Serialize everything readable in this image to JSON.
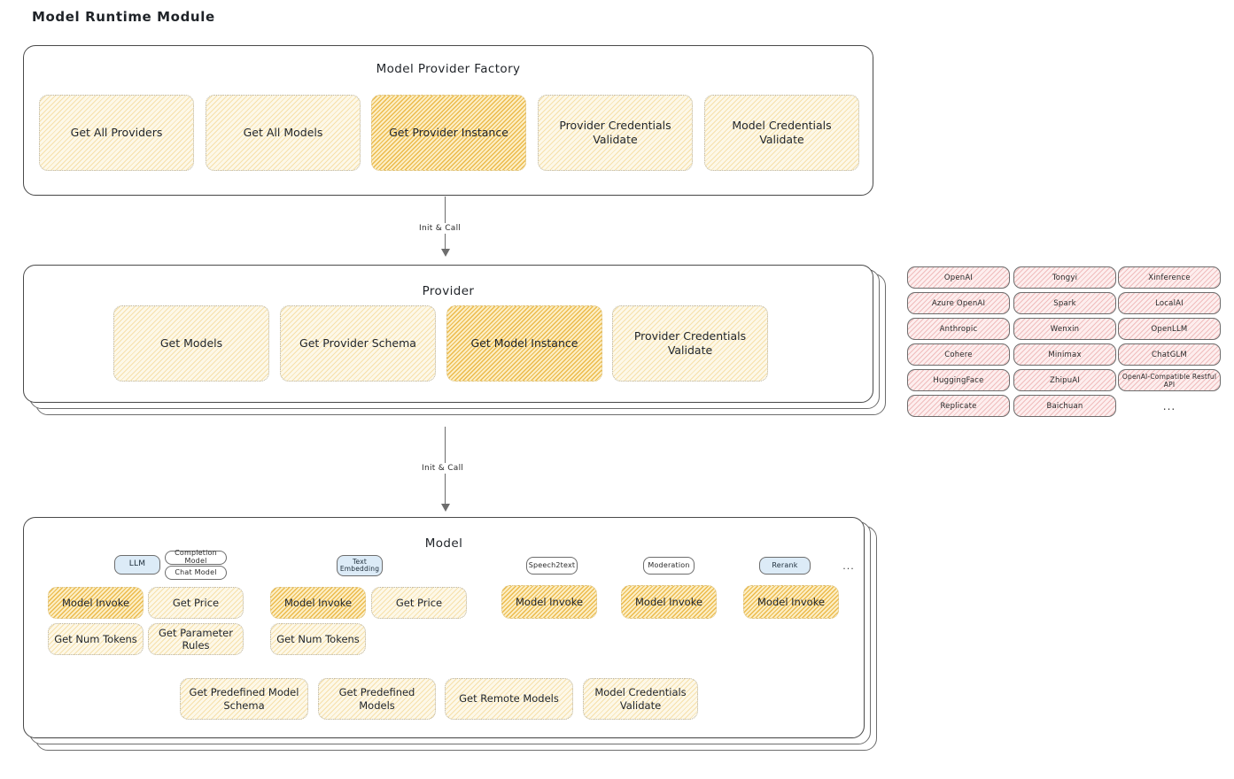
{
  "page": {
    "title": "Model Runtime Module"
  },
  "factory": {
    "title": "Model Provider Factory",
    "boxes": [
      {
        "label": "Get All Providers",
        "highlight": false
      },
      {
        "label": "Get All Models",
        "highlight": false
      },
      {
        "label": "Get Provider Instance",
        "highlight": true
      },
      {
        "label": "Provider Credentials Validate",
        "highlight": false
      },
      {
        "label": "Model Credentials Validate",
        "highlight": false
      }
    ]
  },
  "arrows": [
    {
      "label": "Init & Call"
    },
    {
      "label": "Init & Call"
    }
  ],
  "provider": {
    "title": "Provider",
    "boxes": [
      {
        "label": "Get Models",
        "highlight": false
      },
      {
        "label": "Get Provider Schema",
        "highlight": false
      },
      {
        "label": "Get Model Instance",
        "highlight": true
      },
      {
        "label": "Provider Credentials Validate",
        "highlight": false
      }
    ]
  },
  "provider_list": {
    "columns": [
      {
        "items": [
          "OpenAI",
          "Azure OpenAI",
          "Anthropic",
          "Cohere",
          "HuggingFace",
          "Replicate"
        ]
      },
      {
        "items": [
          "Tongyi",
          "Spark",
          "Wenxin",
          "Minimax",
          "ZhipuAI",
          "Baichuan"
        ]
      },
      {
        "items": [
          "Xinference",
          "LocalAI",
          "OpenLLM",
          "ChatGLM",
          "OpenAI-Compatible Restful API"
        ]
      }
    ],
    "more": "..."
  },
  "model": {
    "title": "Model",
    "more": "...",
    "types": [
      {
        "name": "LLM",
        "style": "blue",
        "subtypes": [
          "Completion Model",
          "Chat Model"
        ],
        "methods": [
          {
            "label": "Model Invoke",
            "highlight": true
          },
          {
            "label": "Get Price",
            "highlight": false
          },
          {
            "label": "Get Num Tokens",
            "highlight": false
          },
          {
            "label": "Get Parameter Rules",
            "highlight": false
          }
        ]
      },
      {
        "name": "Text Embedding",
        "style": "blue",
        "subtypes": [],
        "methods": [
          {
            "label": "Model Invoke",
            "highlight": true
          },
          {
            "label": "Get Price",
            "highlight": false
          },
          {
            "label": "Get Num Tokens",
            "highlight": false
          }
        ]
      },
      {
        "name": "Speech2text",
        "style": "plain",
        "subtypes": [],
        "methods": [
          {
            "label": "Model Invoke",
            "highlight": true
          }
        ]
      },
      {
        "name": "Moderation",
        "style": "plain",
        "subtypes": [],
        "methods": [
          {
            "label": "Model Invoke",
            "highlight": true
          }
        ]
      },
      {
        "name": "Rerank",
        "style": "blue",
        "subtypes": [],
        "methods": [
          {
            "label": "Model Invoke",
            "highlight": true
          }
        ]
      }
    ],
    "common_methods": [
      {
        "label": "Get Predefined Model Schema"
      },
      {
        "label": "Get Predefined Models"
      },
      {
        "label": "Get Remote Models"
      },
      {
        "label": "Model Credentials Validate"
      }
    ]
  },
  "colors": {
    "box_fill": "#fdf8e8",
    "box_fill_highlight": "#fceec4",
    "hatch": "#f0cd78",
    "hatch_highlight": "#e9b237",
    "chip_fill": "#fdeeee",
    "chip_hatch": "#e28c8c",
    "type_chip_blue": "#dcebf7",
    "stroke": "#6d6d6d",
    "text": "#1f2328"
  }
}
